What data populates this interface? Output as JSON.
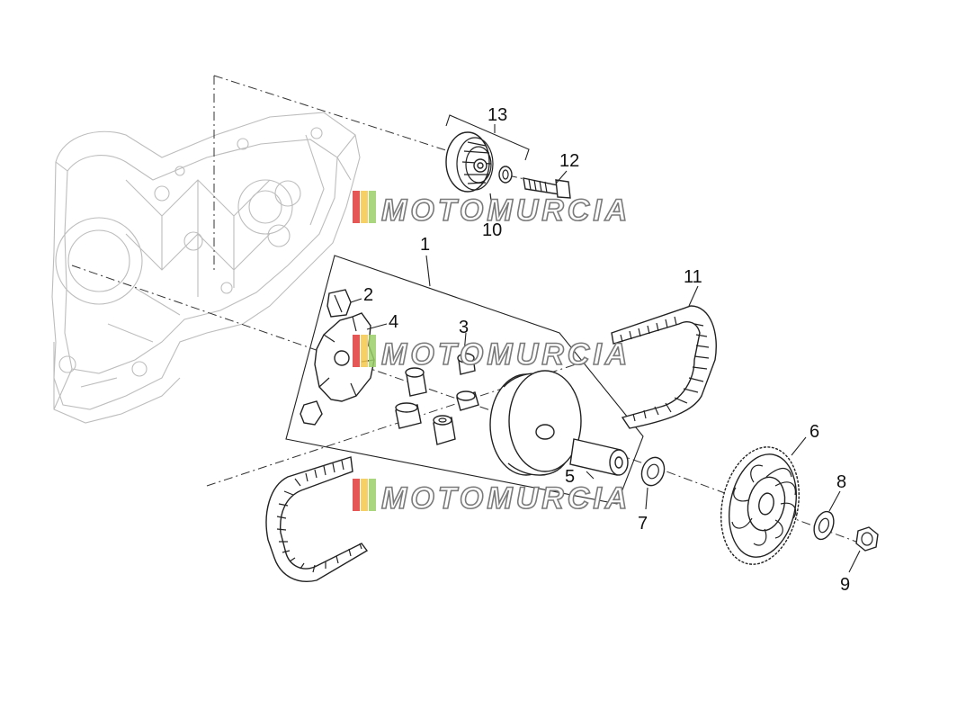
{
  "callouts": {
    "c1": "1",
    "c2": "2",
    "c3": "3",
    "c4": "4",
    "c5": "5",
    "c6": "6",
    "c7": "7",
    "c8": "8",
    "c9": "9",
    "c10": "10",
    "c11": "11",
    "c12": "12",
    "c13": "13"
  },
  "watermark": {
    "text": "MOTOMURCIA",
    "stripe_colors": [
      "#e03a3a",
      "#f4c84a",
      "#9ccf6a"
    ]
  }
}
